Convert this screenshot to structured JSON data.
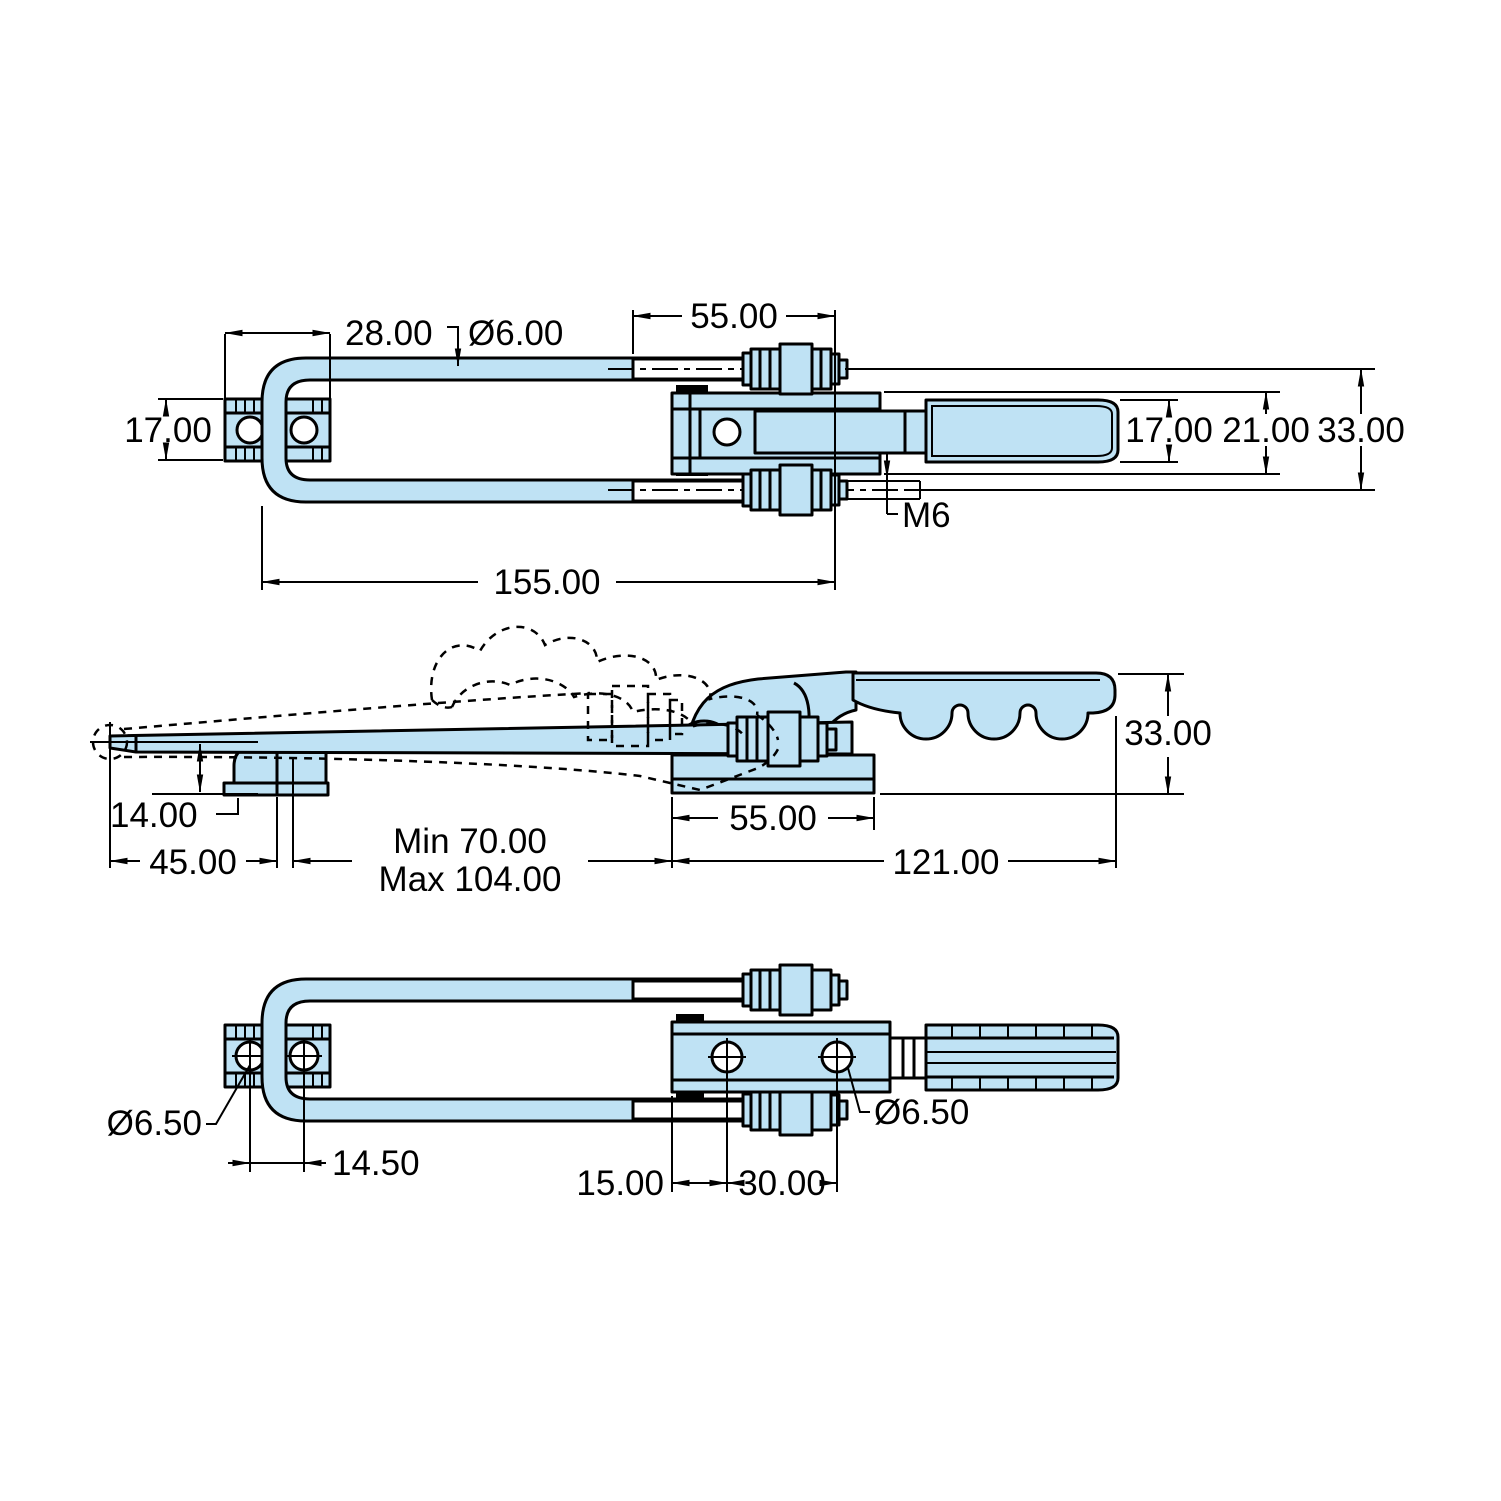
{
  "meta": {
    "drawing_type": "latch-toggle-clamp-dimension-drawing",
    "background_color": "#ffffff",
    "part_fill_color": "#bfe2f4",
    "line_color": "#000000"
  },
  "views": {
    "top": {
      "d28": "28.00",
      "rod_dia": "Ø6.00",
      "d55": "55.00",
      "keeper_h": "17.00",
      "handle_h": "17.00",
      "body_h": "21.00",
      "overall_h": "33.00",
      "thread": "M6",
      "overall_len": "155.00"
    },
    "side": {
      "overall_h": "33.00",
      "keeper_drop": "14.00",
      "d45": "45.00",
      "range_min": "Min 70.00",
      "range_max": "Max 104.00",
      "base_len": "55.00",
      "body_len": "121.00"
    },
    "bottom": {
      "hole_dia_left": "Ø6.50",
      "hole_dia_right": "Ø6.50",
      "hole_spacing": "14.50",
      "edge_offset": "15.00",
      "hole_pitch": "30.00"
    }
  }
}
